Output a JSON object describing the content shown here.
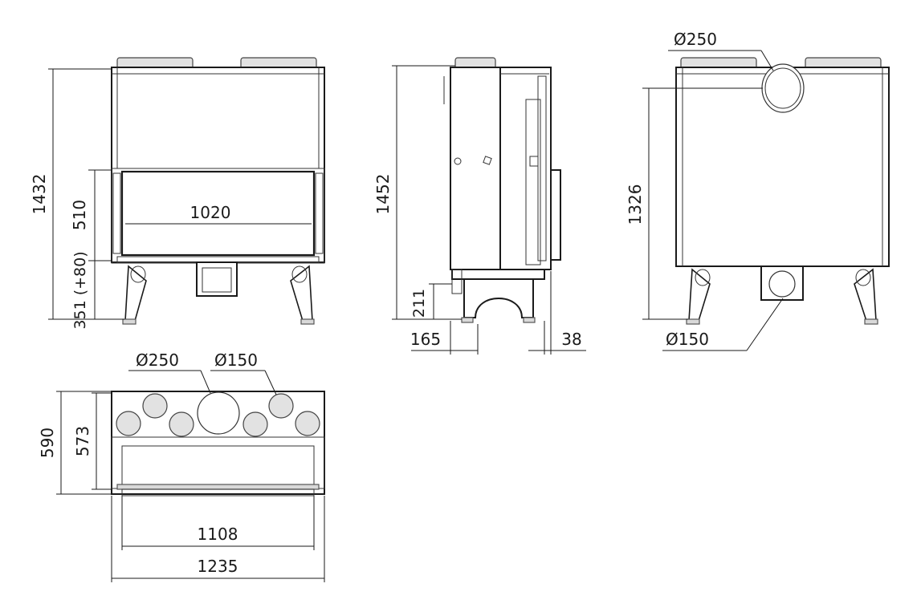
{
  "front_view": {
    "height_total": "1432",
    "door_height": "510",
    "door_width": "1020",
    "base_height": "351 (+80)"
  },
  "side_view": {
    "height_total": "1452",
    "leg_height": "211",
    "rear_offset": "165",
    "front_offset": "38"
  },
  "rear_view": {
    "flue_large": "Ø250",
    "outlet_height": "1326",
    "flue_small": "Ø150"
  },
  "top_view": {
    "flue_large": "Ø250",
    "flue_small": "Ø150",
    "depth_total": "590",
    "depth_inner": "573",
    "width_inner": "1108",
    "width_total": "1235"
  }
}
